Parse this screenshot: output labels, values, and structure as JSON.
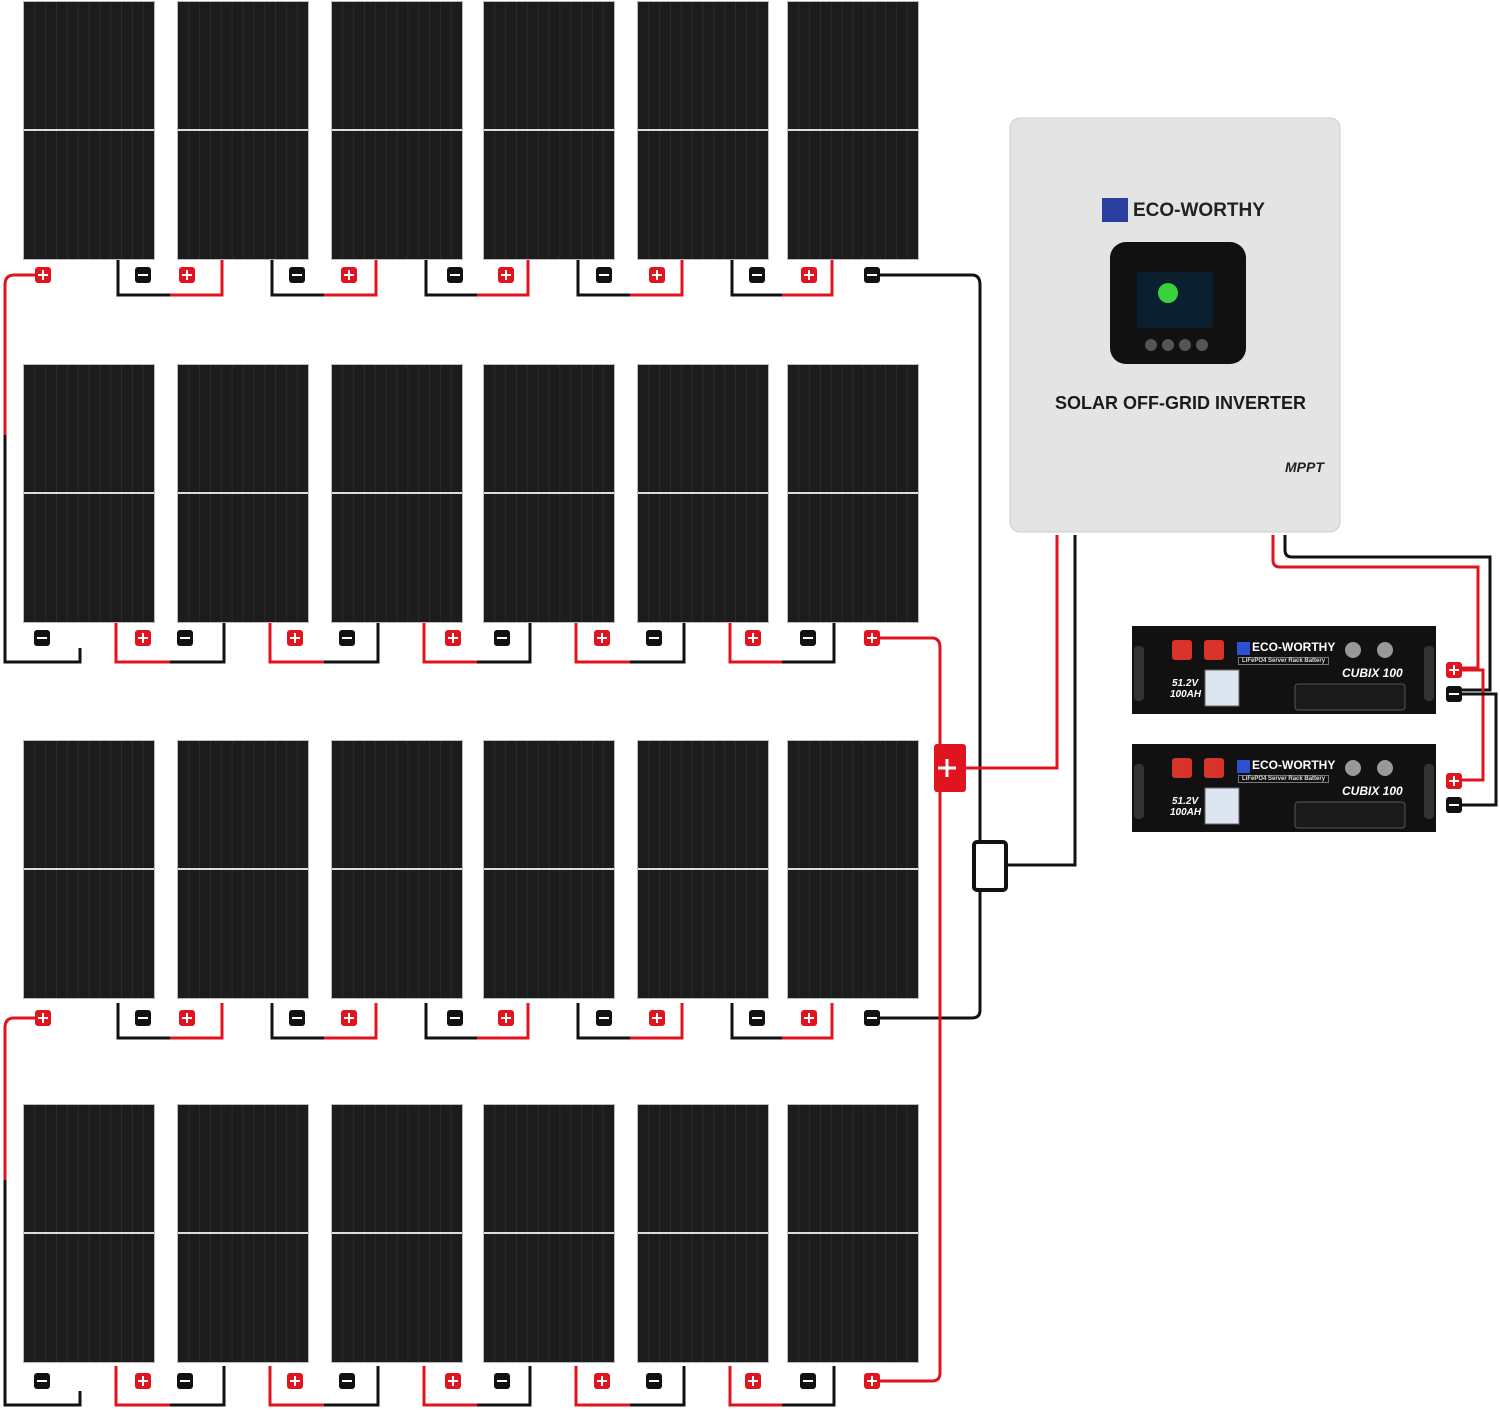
{
  "inverter": {
    "brand": "ECO-WORTHY",
    "title": "SOLAR OFF-GRID INVERTER",
    "badge": "MPPT"
  },
  "batteries": [
    {
      "brand": "ECO-WORTHY",
      "subtitle": "LiFePO4 Server Rack Battery",
      "model": "CUBIX 100",
      "voltage": "51.2V",
      "capacity": "100AH"
    },
    {
      "brand": "ECO-WORTHY",
      "subtitle": "LiFePO4 Server Rack Battery",
      "model": "CUBIX 100",
      "voltage": "51.2V",
      "capacity": "100AH"
    }
  ],
  "colors": {
    "positive": "#e0141e",
    "negative": "#111111",
    "panel": "#1c1c1c",
    "inverter": "#e6e6e6"
  }
}
